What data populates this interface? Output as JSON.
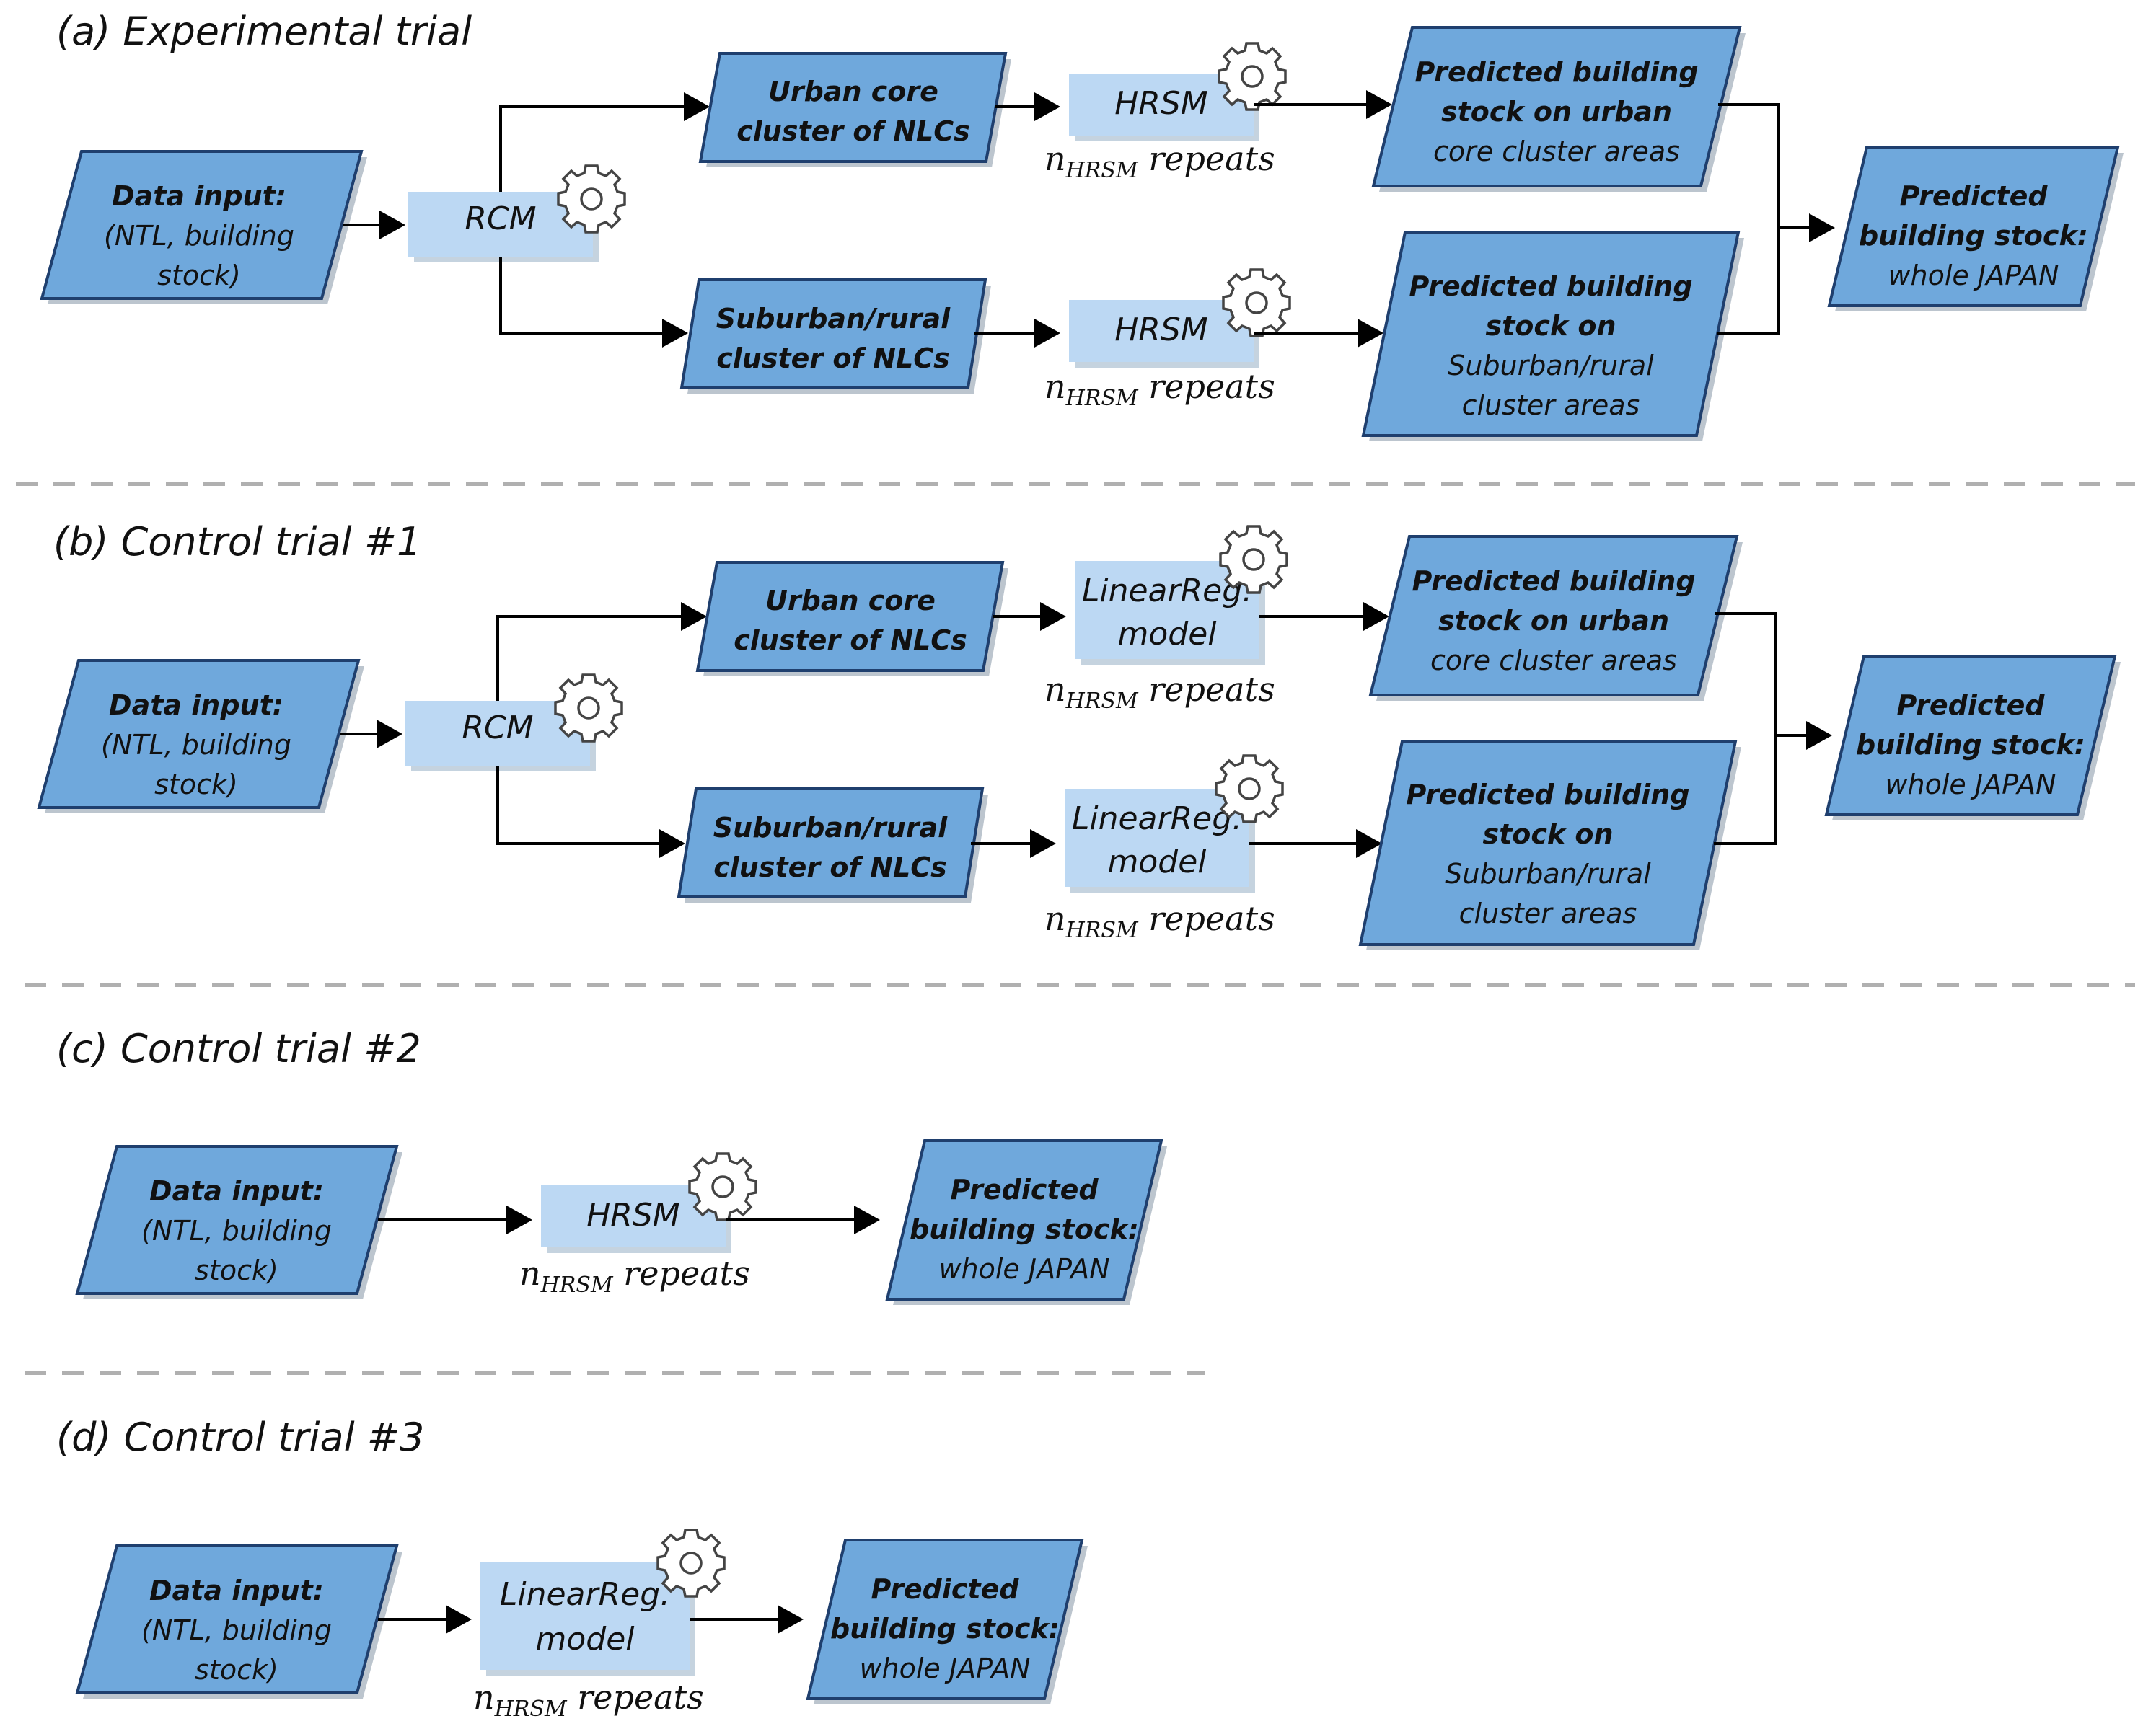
{
  "sections": {
    "a": {
      "title": "(a) Experimental trial"
    },
    "b": {
      "title": "(b) Control trial #1"
    },
    "c": {
      "title": "(c) Control trial #2"
    },
    "d": {
      "title": "(d) Control trial #3"
    }
  },
  "labels": {
    "data_input_line1": "Data input",
    "data_input_colon": ":",
    "data_input_line2": "(NTL, building",
    "data_input_line3": "stock)",
    "rcm": "RCM",
    "hrsm": "HRSM",
    "linreg_line1": "LinearReg.",
    "linreg_line2": "model",
    "urban_line1": "Urban core",
    "urban_line2a": "cluster",
    "urban_line2b": " of NLCs",
    "suburban_line1": "Suburban/rural",
    "suburban_line2a": "cluster",
    "suburban_line2b": " of NLCs",
    "pred_urban_line1": "Predicted building",
    "pred_urban_line2a": "stock",
    "pred_urban_line2b": " on urban",
    "pred_urban_line3": "core cluster areas",
    "pred_sub_line1": "Predicted building",
    "pred_sub_line2a": "stock",
    "pred_sub_line2b": " on",
    "pred_sub_line3": "Suburban/rural",
    "pred_sub_line4": "cluster areas",
    "pred_whole_line1": "Predicted",
    "pred_whole_line2": "building stock:",
    "pred_whole_line3": "whole JAPAN",
    "repeats_n": "n",
    "repeats_sub": "HRSM",
    "repeats_word": " repeats"
  },
  "icons": {
    "process_marker": "gear-icon"
  },
  "colors": {
    "node_fill": "#6fa8dc",
    "node_border": "#1f3f6e",
    "process_fill": "#bcd8f3",
    "separator": "#b0b0b0"
  }
}
